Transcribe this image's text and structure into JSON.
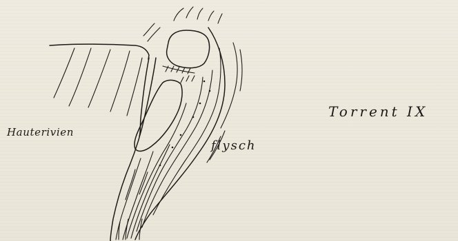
{
  "labels": {
    "hauterivien": "Hauterivien",
    "flysch": "flysch",
    "torrent": "Torrent IX"
  }
}
